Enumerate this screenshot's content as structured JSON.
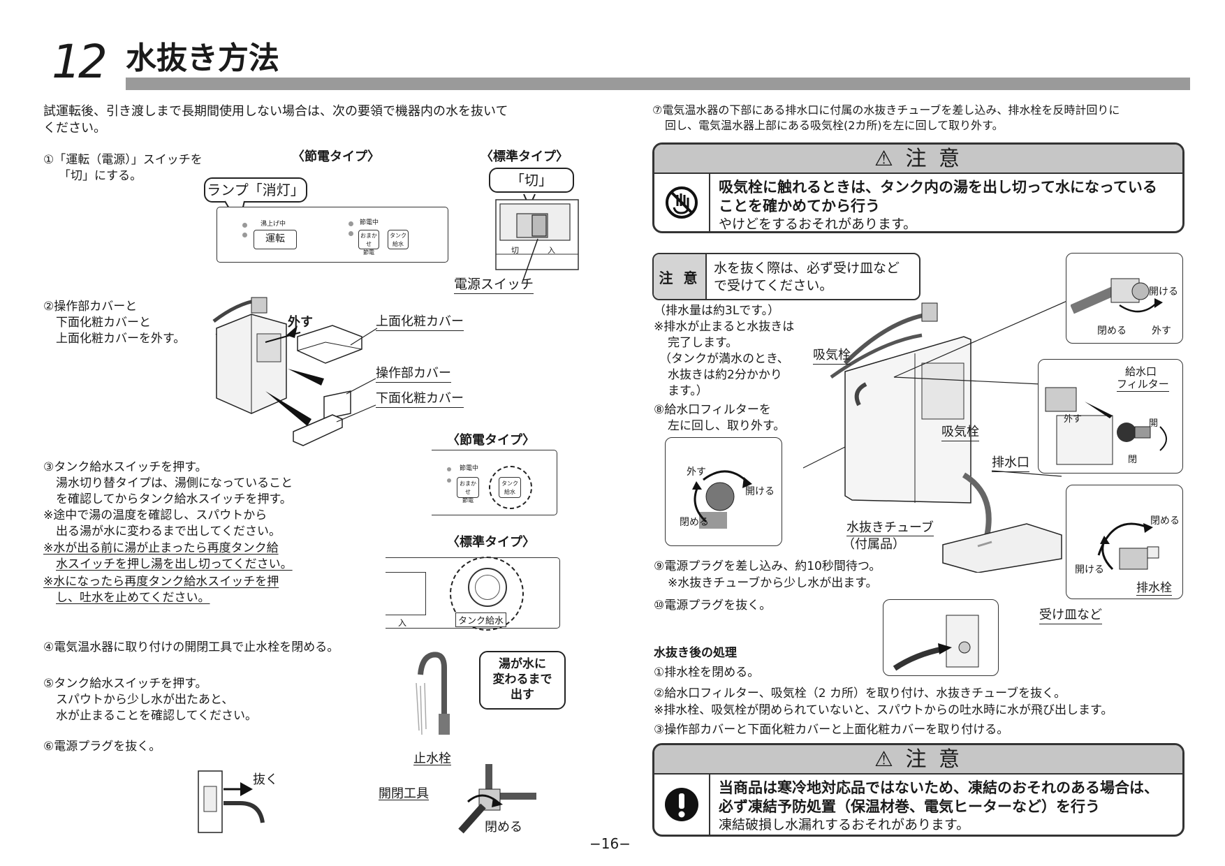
{
  "header": {
    "section_number": "12",
    "section_title": "水抜き方法"
  },
  "intro": [
    "試運転後、引き渡しまで長期間使用しない場合は、次の要領で機器内の水を抜いて",
    "ください。"
  ],
  "step1": {
    "lines": [
      "①「運転（電源）」スイッチを",
      "「切」にする。"
    ],
    "label_eco": "〈節電タイプ〉",
    "label_std": "〈標準タイプ〉",
    "bubble_lamp": "ランプ「消灯」",
    "bubble_off": "「切」",
    "panel": {
      "heating": "沸上げ中",
      "run": "運転",
      "saving": "節電中",
      "omakase_1": "おまかせ",
      "omakase_2": "節電",
      "tank_1": "タンク",
      "tank_2": "給水"
    },
    "switch_small_left": "切",
    "switch_small_right": "入",
    "power_switch": "電源スイッチ"
  },
  "step2": {
    "lines": [
      "②操作部カバーと",
      "下面化粧カバーと",
      "上面化粧カバーを外す。"
    ],
    "remove": "外す",
    "top_cover": "上面化粧カバー",
    "panel_cover": "操作部カバー",
    "bottom_cover": "下面化粧カバー"
  },
  "step3": {
    "lines": [
      "③タンク給水スイッチを押す。",
      "湯水切り替タイプは、湯側になっていること",
      "を確認してからタンク給水スイッチを押す。",
      "※途中で湯の温度を確認し、スパウトから",
      "出る湯が水に変わるまで出してください。"
    ],
    "underlined": [
      "※水が出る前に湯が止まったら再度タンク給",
      "水スイッチを押し湯を出し切ってください。",
      "※水になったら再度タンク給水スイッチを押",
      "し、吐水を止めてください。"
    ],
    "underlined_prefix": "※水が出る前に湯が止まったら",
    "label_eco": "〈節電タイプ〉",
    "label_std": "〈標準タイプ〉",
    "panel": {
      "saving": "節電中",
      "omakase_1": "おまかせ",
      "omakase_2": "節電",
      "tank_1": "タンク",
      "tank_2": "給水"
    },
    "tank_button": "タンク給水",
    "std_in": "入"
  },
  "step4": {
    "text": "④電気温水器に取り付けの開閉工具で止水栓を閉める。"
  },
  "step5": {
    "lines": [
      "⑤タンク給水スイッチを押す。",
      "スパウトから少し水が出たあと、",
      "水が止まることを確認してください。"
    ],
    "bubble": [
      "湯が水に",
      "変わるまで",
      "出す"
    ]
  },
  "step6": {
    "text": "⑥電源プラグを抜く。",
    "pull": "抜く",
    "stop_valve": "止水栓",
    "tool": "開閉工具",
    "close": "閉める"
  },
  "page_number": "−16−",
  "step7": {
    "lines": [
      "⑦電気温水器の下部にある排水口に付属の水抜きチューブを差し込み、排水栓を反時計回りに",
      "回し、電気温水器上部にある吸気栓(2カ所)を左に回して取り外す。"
    ]
  },
  "caution1": {
    "heading": "⚠ 注 意",
    "bold": [
      "吸気栓に触れるときは、タンク内の湯を出し切って水になっている",
      "ことを確かめてから行う"
    ],
    "plain": "やけどをするおそれがあります。"
  },
  "note": {
    "tag": "注 意",
    "text": [
      "水を抜く際は、必ず受け皿など",
      "で受けてください。"
    ]
  },
  "drain_info": [
    "（排水量は約3Lです。）",
    "※排水が止まると水抜きは",
    "完了します。",
    "（タンクが満水のとき、",
    "水抜きは約2分かかり",
    "ます。）",
    "⑧給水口フィルターを",
    "左に回し、取り外す。"
  ],
  "diagram": {
    "open": "開ける",
    "close": "閉める",
    "remove": "外す",
    "air_valve": "吸気栓",
    "air_valve2": "吸気栓",
    "drain_port": "排水口",
    "inlet_filter_1": "給水口",
    "inlet_filter_2": "フィルター",
    "open_short": "開",
    "close_short": "閉",
    "tube_1": "水抜きチューブ",
    "tube_2": "（付属品）",
    "drain_plug": "排水栓",
    "tray": "受け皿など",
    "det_remove": "外す",
    "det_open": "開ける",
    "det_close": "閉める",
    "det_open2": "開ける",
    "det_close2": "閉める",
    "det_remove2": "外す"
  },
  "step9": [
    "⑨電源プラグを差し込み、約10秒間待つ。",
    "※水抜きチューブから少し水が出ます。"
  ],
  "step10": "⑩電源プラグを抜く。",
  "after": {
    "heading": "水抜き後の処理",
    "lines": [
      "①排水栓を閉める。",
      "②給水口フィルター、吸気栓（2 カ所）を取り付け、水抜きチューブを抜く。",
      "※排水栓、吸気栓が閉められていないと、スパウトからの吐水時に水が飛び出します。",
      "③操作部カバーと下面化粧カバーと上面化粧カバーを取り付ける。"
    ]
  },
  "caution2": {
    "heading": "⚠ 注 意",
    "bold": [
      "当商品は寒冷地対応品ではないため、凍結のおそれのある場合は、",
      "必ず凍結予防処置（保温材巻、電気ヒーターなど）を行う"
    ],
    "plain": "凍結破損し水漏れするおそれがあります。"
  }
}
